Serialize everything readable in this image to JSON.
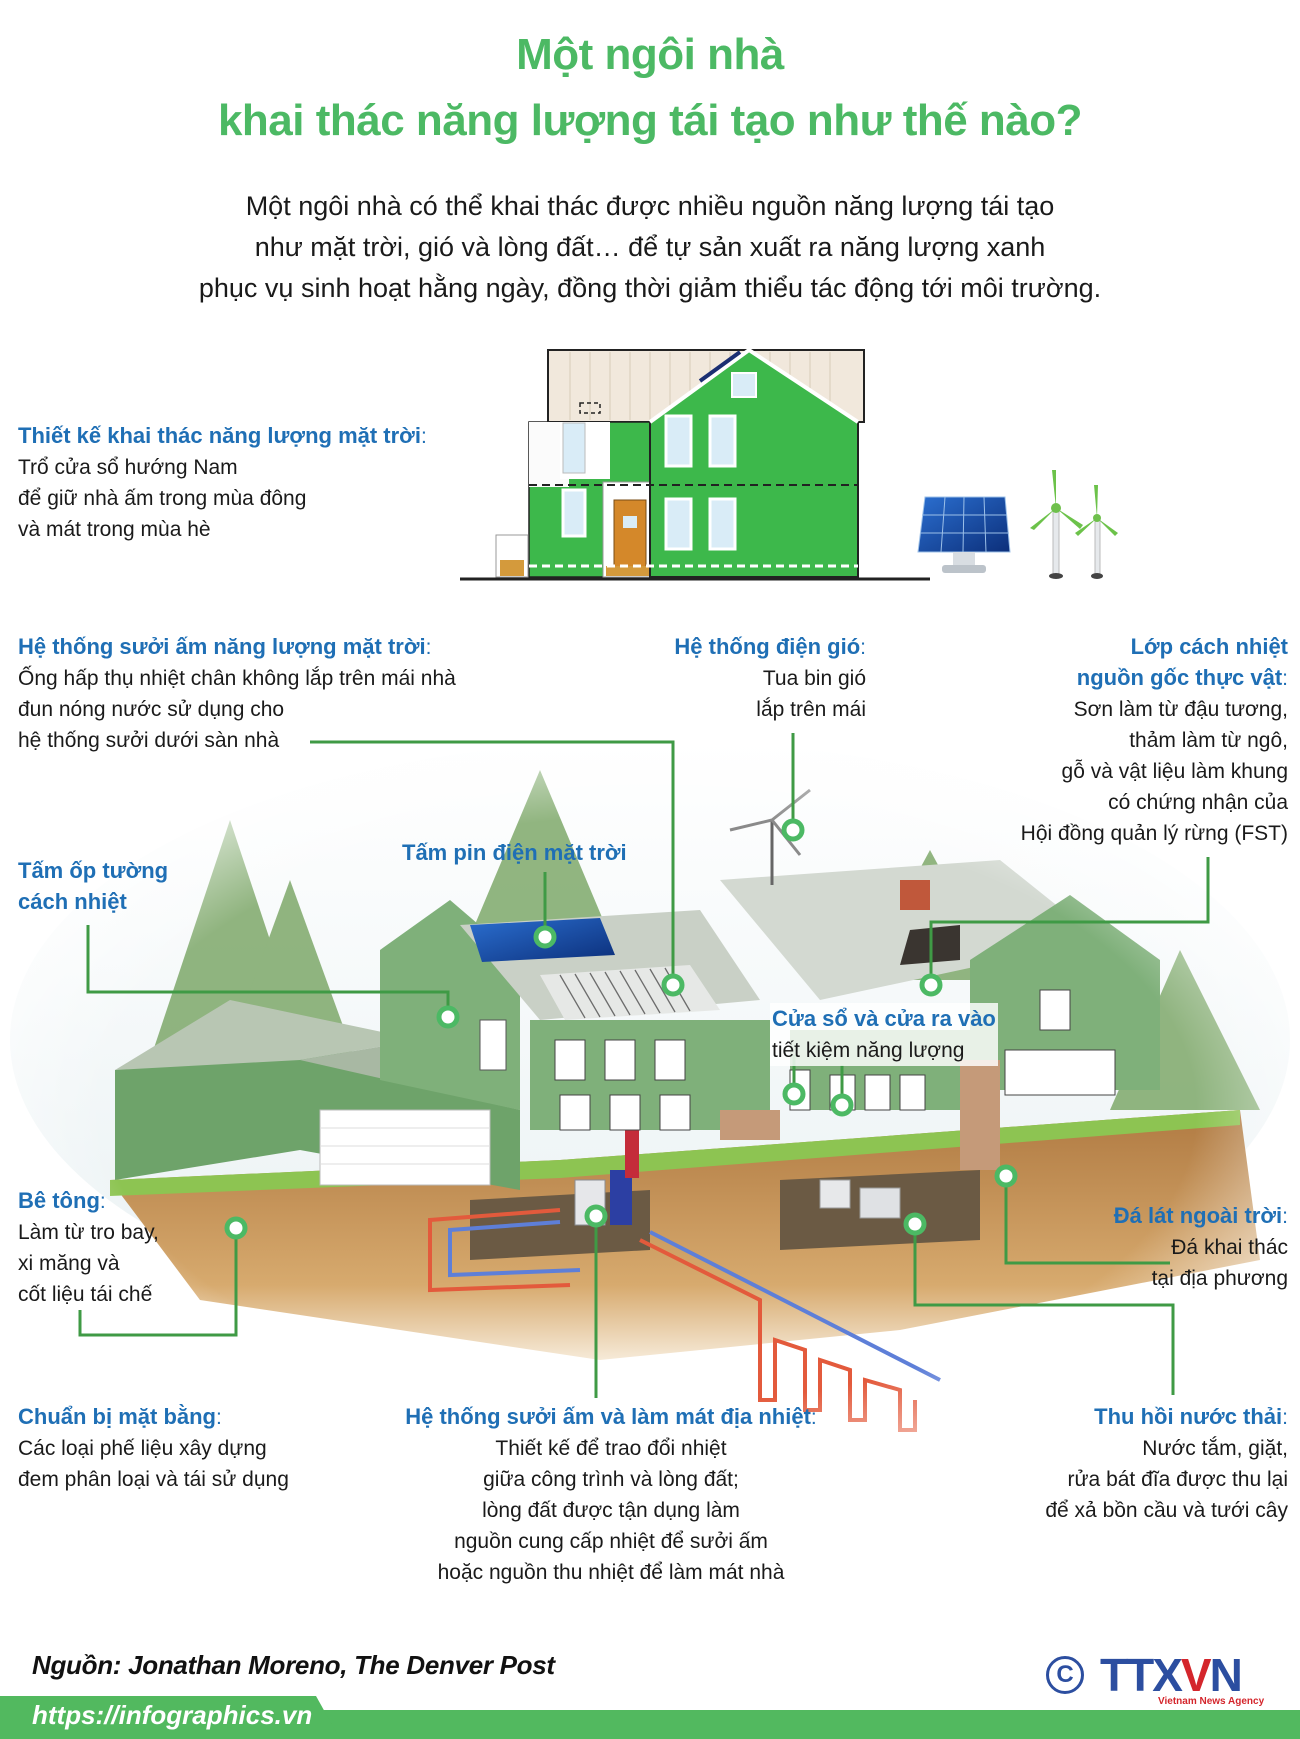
{
  "header": {
    "title_line1": "Một ngôi nhà",
    "title_line2": "khai thác năng lượng tái tạo như thế nào?",
    "intro": [
      "Một ngôi nhà có thể khai thác được nhiều nguồn năng lượng tái tạo",
      "như mặt trời, gió và lòng đất… để tự sản xuất ra năng lượng xanh",
      "phục vụ sinh hoạt hằng ngày, đồng thời giảm thiểu tác động tới môi trường."
    ]
  },
  "colors": {
    "title_green": "#4cb964",
    "label_blue": "#1f6fb5",
    "leader_green": "#3f9a45",
    "footer_green": "#52b95f",
    "logo_blue": "#2c4ea0",
    "logo_red": "#d4262c"
  },
  "labels": {
    "passive_solar": {
      "heading": "Thiết kế khai thác năng lượng mặt trời",
      "colon": ":",
      "lines": [
        "Trổ cửa sổ hướng Nam",
        "để giữ nhà ấm trong mùa đông",
        "và mát trong mùa hè"
      ]
    },
    "solar_heating": {
      "heading": "Hệ thống sưởi ấm năng lượng mặt trời",
      "colon": ":",
      "lines": [
        "Ống hấp thụ nhiệt chân không lắp trên mái nhà",
        "đun nóng nước sử dụng cho",
        "hệ thống sưởi dưới sàn nhà"
      ]
    },
    "wind_power": {
      "heading": "Hệ thống điện gió",
      "colon": ":",
      "lines": [
        "Tua bin gió",
        "lắp trên mái"
      ]
    },
    "plant_insulation": {
      "heading_lines": [
        "Lớp cách nhiệt",
        "nguồn gốc thực vật"
      ],
      "colon": ":",
      "lines": [
        "Sơn làm từ đậu tương,",
        "thảm làm từ ngô,",
        "gỗ và vật liệu làm khung",
        "có chứng nhận của",
        "Hội đồng quản lý rừng (FST)"
      ]
    },
    "wall_panels": {
      "heading_lines": [
        "Tấm ốp tường",
        "cách nhiệt"
      ]
    },
    "solar_panels": {
      "heading": "Tấm pin điện mặt trời"
    },
    "windows_doors": {
      "heading": "Cửa sổ và cửa ra vào",
      "lines": [
        "tiết kiệm năng lượng"
      ]
    },
    "concrete": {
      "heading": "Bê tông",
      "colon": ":",
      "lines": [
        "Làm từ tro bay,",
        "xi măng và",
        "cốt liệu tái chế"
      ]
    },
    "paving": {
      "heading": "Đá lát ngoài trời",
      "colon": ":",
      "lines": [
        "Đá khai thác",
        "tại địa phương"
      ]
    },
    "site_prep": {
      "heading": "Chuẩn bị mặt bằng",
      "colon": ":",
      "lines": [
        "Các loại phế liệu xây dựng",
        "đem phân loại và tái sử dụng"
      ]
    },
    "geothermal": {
      "heading": "Hệ thống sưởi ấm và làm mát địa nhiệt",
      "colon": ":",
      "lines": [
        "Thiết kế để trao đổi nhiệt",
        "giữa công trình và lòng đất;",
        "lòng đất được tận dụng làm",
        "nguồn cung cấp nhiệt để sưởi ấm",
        "hoặc nguồn thu nhiệt để làm mát nhà"
      ]
    },
    "greywater": {
      "heading": "Thu hồi nước thải",
      "colon": ":",
      "lines": [
        "Nước tắm, giặt,",
        "rửa bát đĩa được thu lại",
        "để xả bồn cầu và tưới cây"
      ]
    }
  },
  "footer": {
    "source": "Nguồn: Jonathan Moreno, The Denver Post",
    "url": "https://infographics.vn",
    "copyright_symbol": "C",
    "logo_left": "TTX",
    "logo_v": "V",
    "logo_right": "N",
    "agency": "Vietnam News Agency"
  }
}
